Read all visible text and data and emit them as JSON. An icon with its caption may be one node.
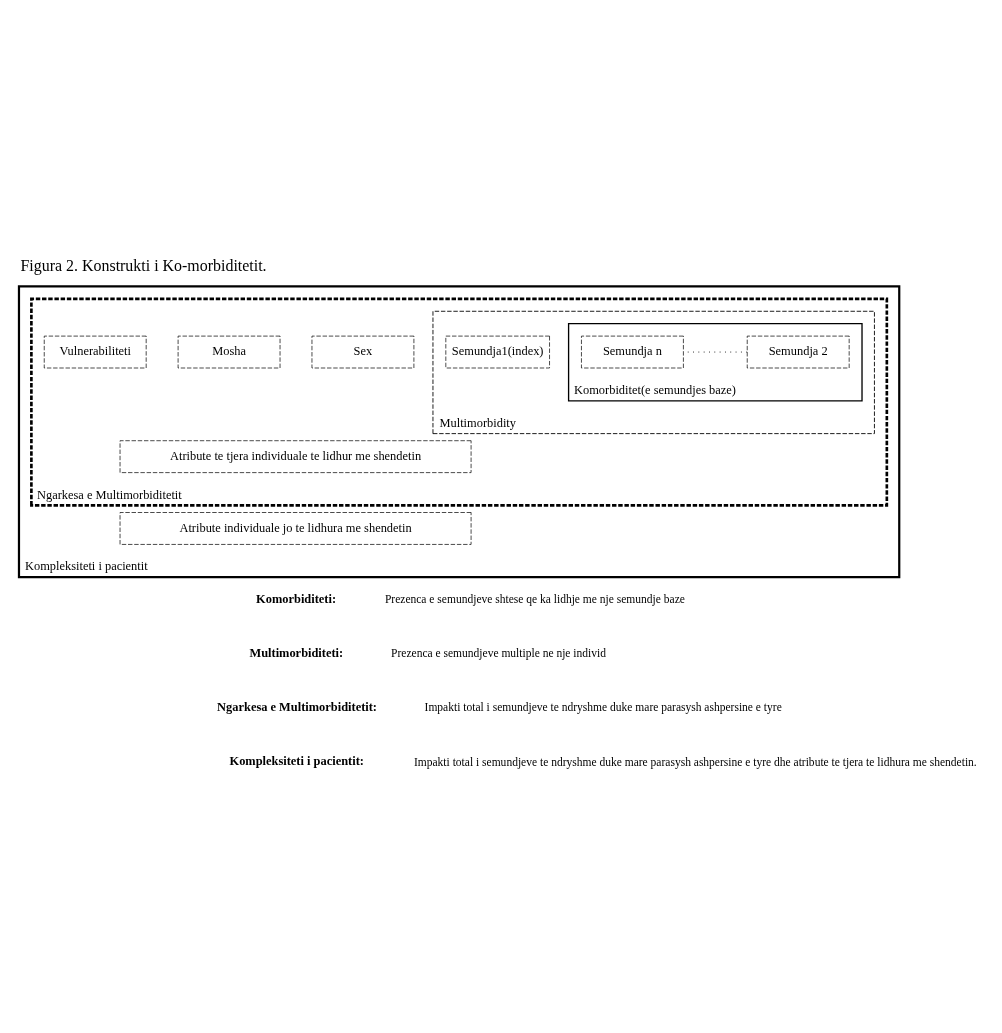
{
  "diagram": {
    "title": "Figura 2. Konstrukti i Ko-morbiditetit.",
    "nodes": [
      {
        "text": [
          "Kompleksiteti i pacientit"
        ]
      },
      {
        "text": [
          "Ngarkesa e Multimorbiditetit"
        ],
        "in": 0
      },
      {
        "text": [
          "Multimorbidity"
        ],
        "in": 1
      },
      {
        "text": [
          "Semundja1(index)"
        ],
        "in": 2
      },
      {
        "text": [
          "Komorbiditet(e semundjes baze)"
        ],
        "in": 2
      },
      {
        "text": [
          "Semundja 2"
        ],
        "in": 4
      },
      {
        "text": [
          "Semundja n"
        ],
        "in": 4
      },
      {
        "text": [
          "Sex"
        ],
        "in": 1
      },
      {
        "text": [
          "Mosha"
        ],
        "in": 1
      },
      {
        "text": [
          "Vulnerabiliteti"
        ],
        "in": 1
      },
      {
        "text": [
          "Atribute te tjera individuale te lidhur me shendetin"
        ],
        "in": 1
      },
      {
        "text": [
          "Atribute individuale jo te lidhura me shendetin"
        ],
        "in": 0
      }
    ],
    "edges": [
      {
        "from": 5,
        "to": 6,
        "arrow": "none",
        "style": "dashed"
      }
    ],
    "labels": [
      "Komorbiditeti:",
      "Prezenca e semundjeve shtese qe ka lidhje me nje semundje baze",
      "Multimorbiditeti:",
      "Prezenca e semundjeve multiple ne nje individ",
      "Ngarkesa e Multimorbiditetit:",
      "Impakti total i semundjeve te ndryshme duke mare parasysh ashpersine e tyre",
      "Kompleksiteti i pacientit:",
      "Impakti total i semundjeve te ndryshme duke mare parasysh ashpersine e tyre dhe atribute te tjera te lidhura me shendetin."
    ]
  }
}
